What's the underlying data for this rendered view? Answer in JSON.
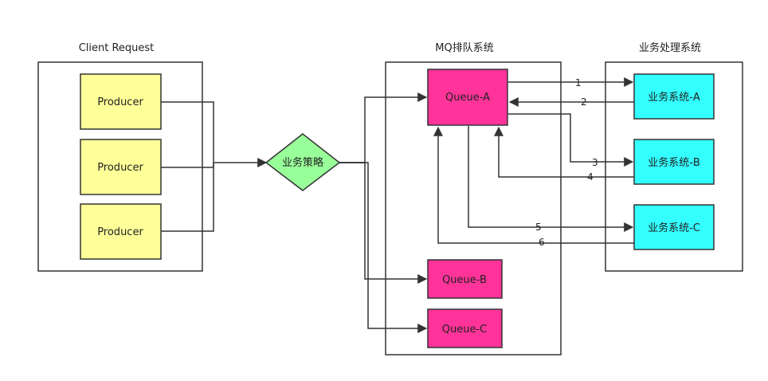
{
  "groups": {
    "client": "Client Request",
    "mq": "MQ排队系统",
    "business": "业务处理系统"
  },
  "nodes": {
    "producer1": "Producer",
    "producer2": "Producer",
    "producer3": "Producer",
    "strategy": "业务策略",
    "queueA": "Queue-A",
    "queueB": "Queue-B",
    "queueC": "Queue-C",
    "systemA": "业务系统-A",
    "systemB": "业务系统-B",
    "systemC": "业务系统-C"
  },
  "edges": {
    "e1": "1",
    "e2": "2",
    "e3": "3",
    "e4": "4",
    "e5": "5",
    "e6": "6"
  },
  "colors": {
    "producer": "#ffff99",
    "strategy": "#99ff99",
    "queue": "#ff3399",
    "system": "#33ffff",
    "stroke": "#333333"
  }
}
